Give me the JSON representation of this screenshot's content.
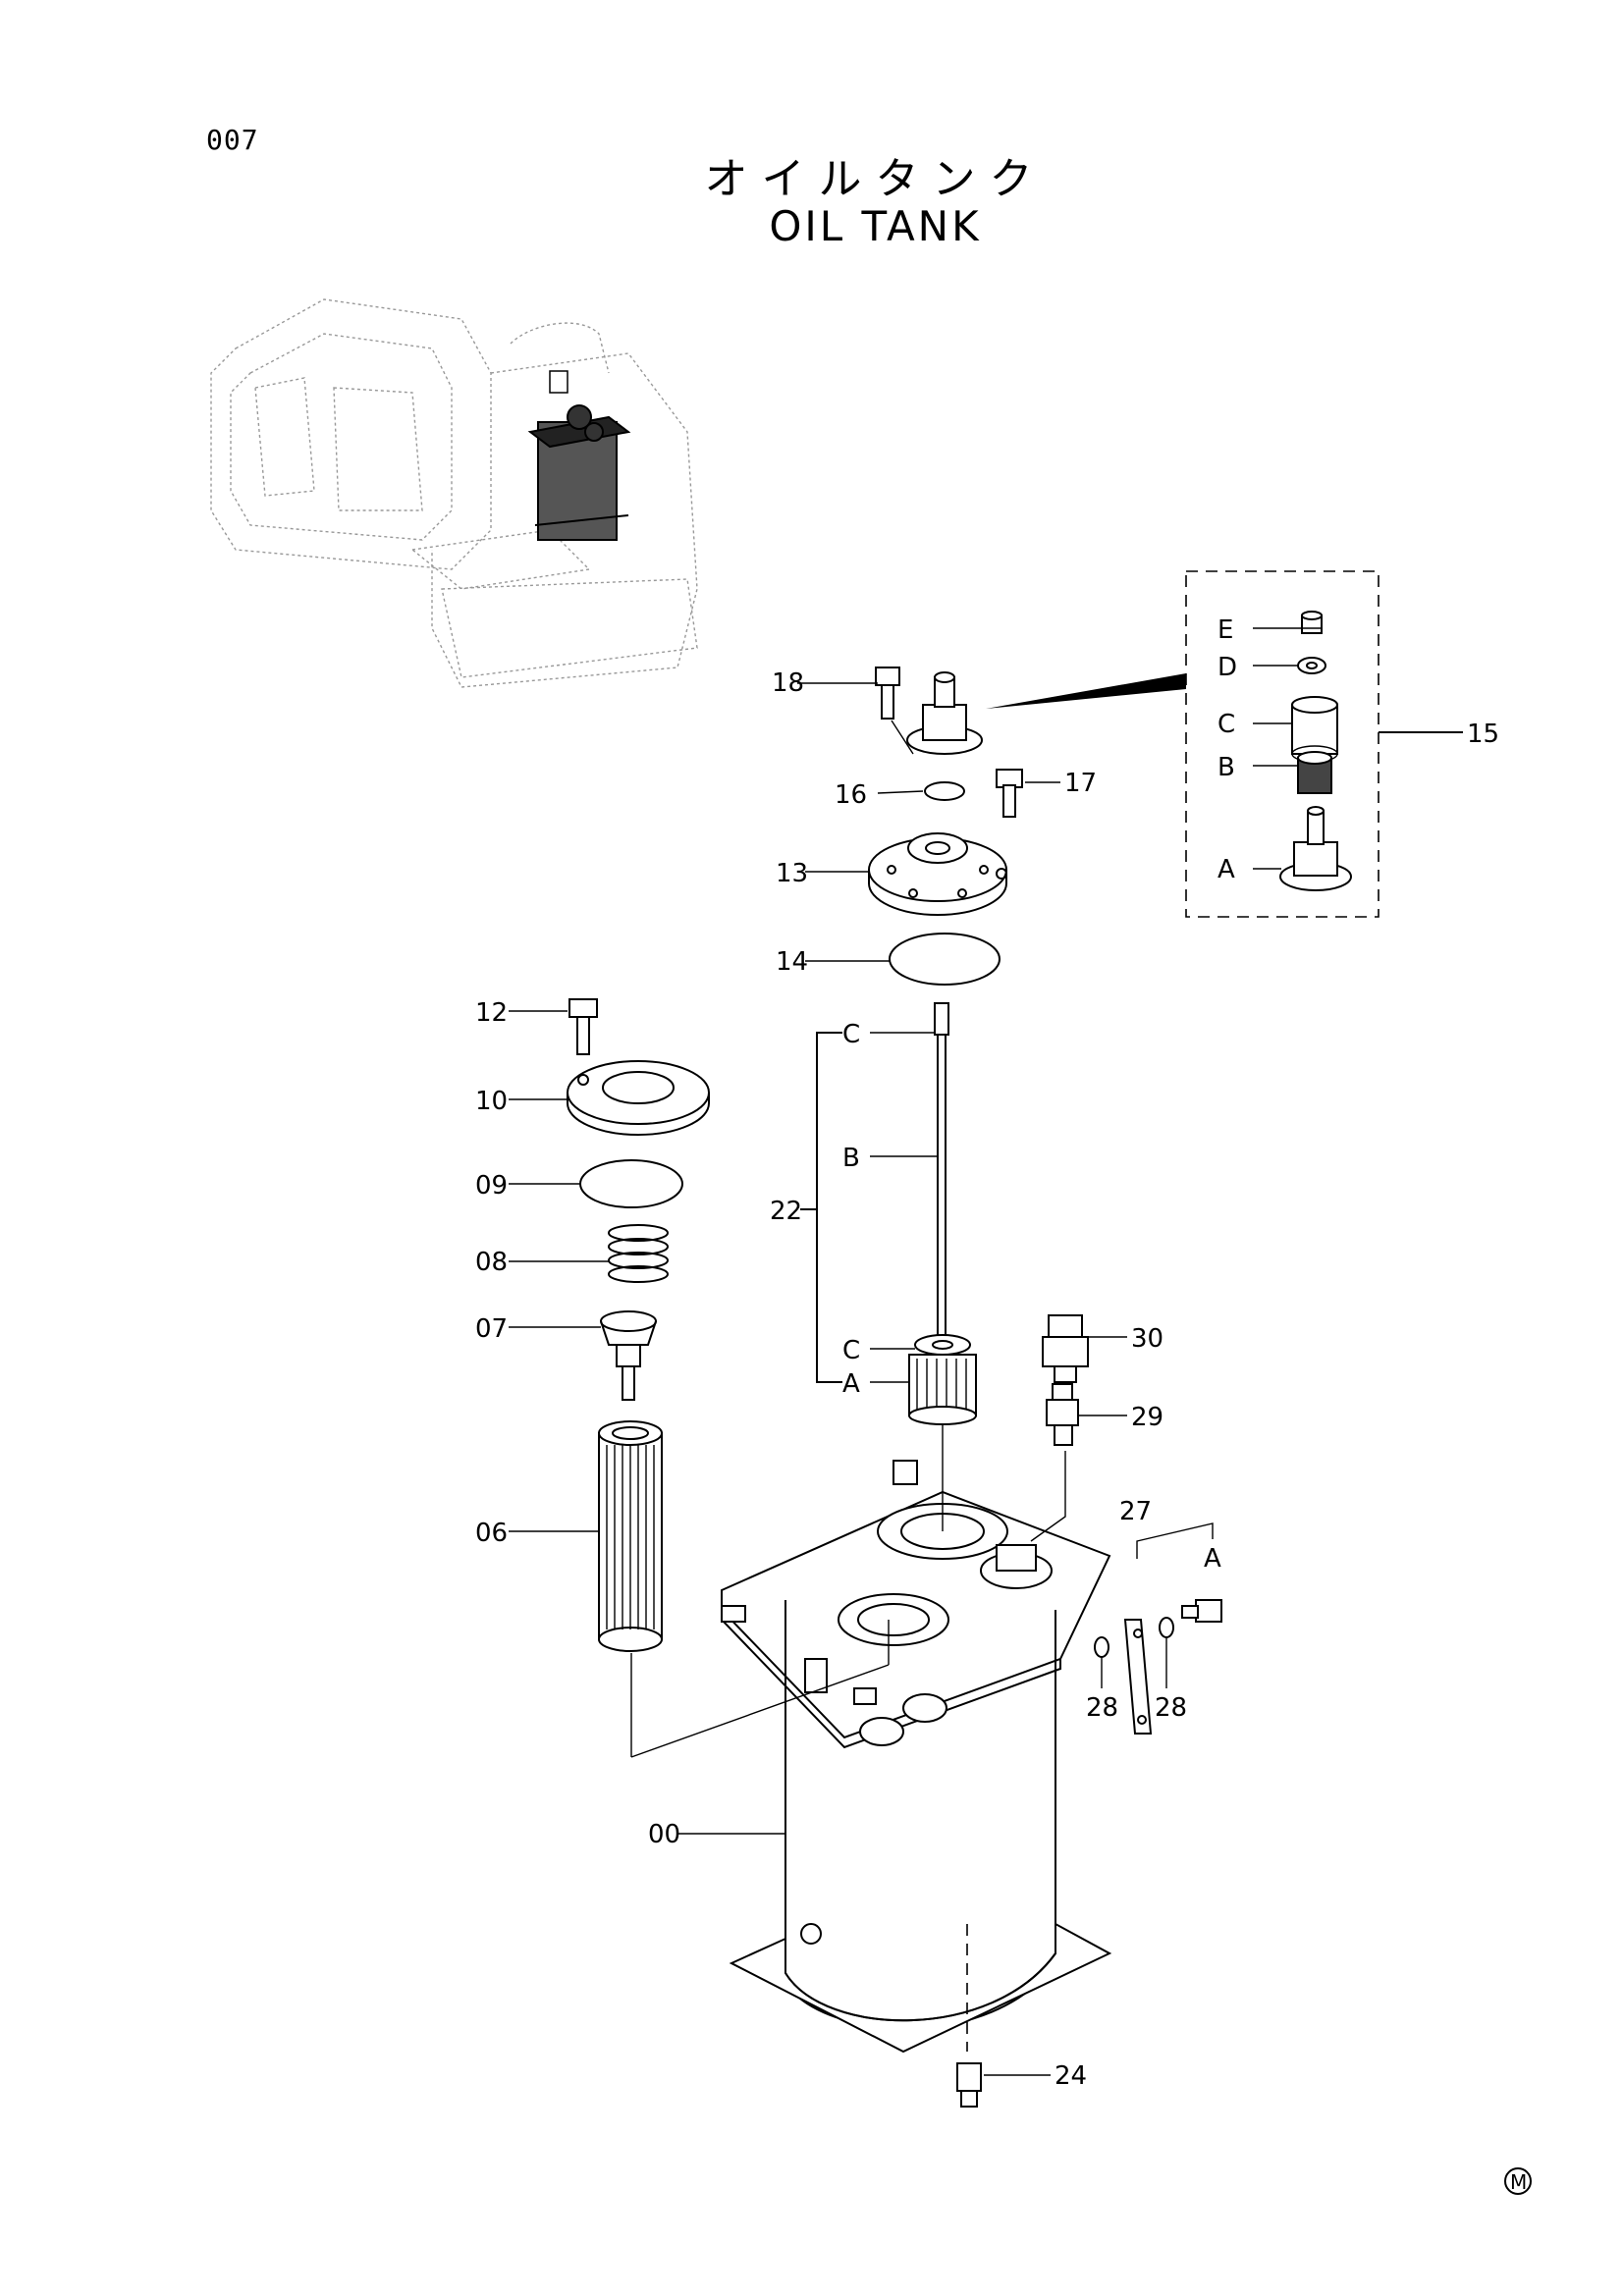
{
  "page_code": "007",
  "title_jp": "オイルタンク",
  "title_en": "OIL TANK",
  "callouts": {
    "p00": "00",
    "p06": "06",
    "p07": "07",
    "p08": "08",
    "p09": "09",
    "p10": "10",
    "p12": "12",
    "p13": "13",
    "p14": "14",
    "p15": "15",
    "p16": "16",
    "p17": "17",
    "p18": "18",
    "p22": "22",
    "p24": "24",
    "p27": "27",
    "p28a": "28",
    "p28b": "28",
    "p29": "29",
    "p30": "30"
  },
  "sub_labels": {
    "a15": "A",
    "b15": "B",
    "c15": "C",
    "d15": "D",
    "e15": "E",
    "c22top": "C",
    "b22": "B",
    "c22bot": "C",
    "a22": "A",
    "a27": "A"
  },
  "mark": "M"
}
